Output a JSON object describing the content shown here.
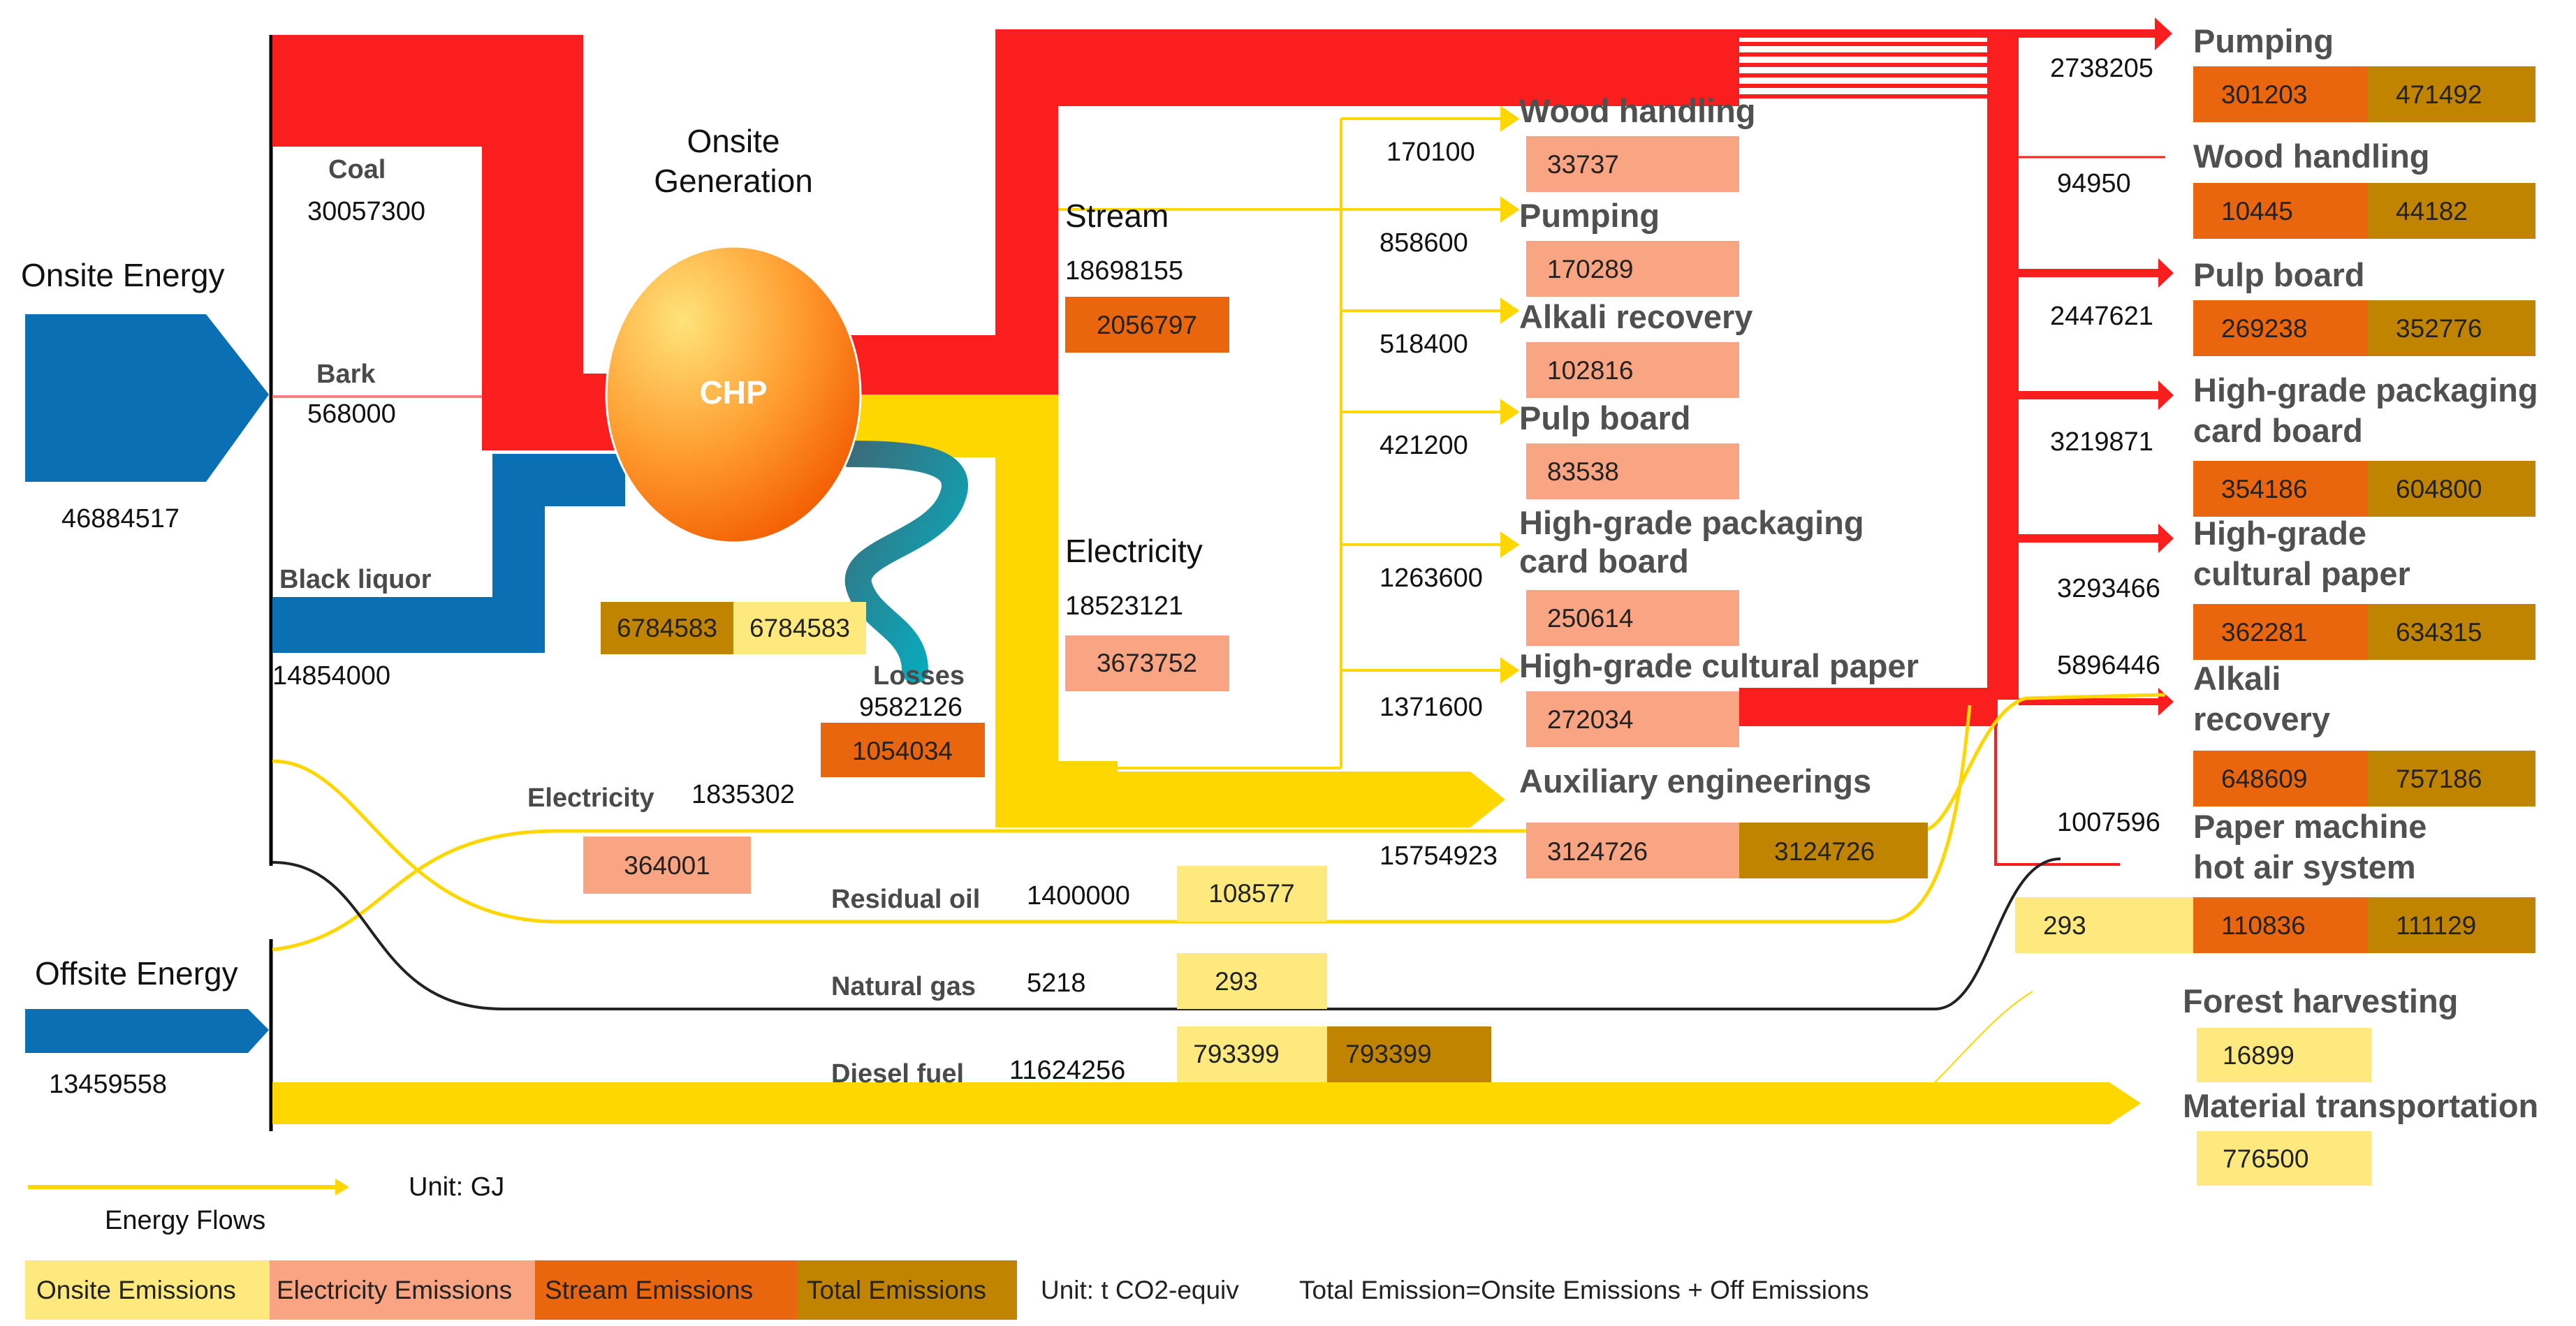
{
  "colors": {
    "onsite_emissions": "#fde97e",
    "electricity_emissions": "#f9a482",
    "stream_emissions": "#e9660f",
    "total_emissions": "#c08400",
    "steam_flow": "#fa1e1e",
    "electricity_flow": "#fed600",
    "energy_input": "#0a70b3",
    "natural_gas_line": "#222222"
  },
  "inputs": {
    "onsite_energy": {
      "label": "Onsite Energy",
      "value": "46884517"
    },
    "offsite_energy": {
      "label": "Offsite Energy",
      "value": "13459558"
    },
    "coal": {
      "label": "Coal",
      "value": "30057300"
    },
    "bark": {
      "label": "Bark",
      "value": "568000"
    },
    "black_liquor": {
      "label": "Black liquor",
      "value": "14854000"
    }
  },
  "chp": {
    "title_line1": "Onsite",
    "title_line2": "Generation",
    "label": "CHP",
    "onsite_emission": "6784583",
    "total_emission": "6784583",
    "losses_label": "Losses",
    "losses_value": "9582126",
    "losses_emission": "1054034"
  },
  "stream": {
    "label": "Stream",
    "value": "18698155",
    "emission": "2056797"
  },
  "electricity": {
    "label": "Electricity",
    "value": "18523121",
    "emission": "3673752"
  },
  "offsite_electricity": {
    "label": "Electricity",
    "value": "1835302",
    "emission": "364001"
  },
  "fuels": [
    {
      "label": "Residual oil",
      "value": "1400000",
      "onsite": "108577"
    },
    {
      "label": "Natural gas",
      "value": "5218",
      "onsite": "293"
    },
    {
      "label": "Diesel fuel",
      "value": "11624256",
      "onsite": "793399",
      "total": "793399"
    }
  ],
  "electricity_uses": [
    {
      "label": "Wood handling",
      "value": "170100",
      "emission": "33737"
    },
    {
      "label": "Pumping",
      "value": "858600",
      "emission": "170289"
    },
    {
      "label": "Alkali recovery",
      "value": "518400",
      "emission": "102816"
    },
    {
      "label": "Pulp board",
      "value": "421200",
      "emission": "83538"
    },
    {
      "label": "High-grade packaging",
      "label2": "card board",
      "value": "1263600",
      "emission": "250614"
    },
    {
      "label": "High-grade cultural paper",
      "value": "1371600",
      "emission": "272034"
    }
  ],
  "auxiliary": {
    "label": "Auxiliary engineerings",
    "value": "15754923",
    "stream": "3124726",
    "total": "3124726"
  },
  "steam_uses": [
    {
      "label": "Pumping",
      "value": "2738205",
      "stream": "301203",
      "total": "471492"
    },
    {
      "label": "Wood handling",
      "value": "94950",
      "stream": "10445",
      "total": "44182"
    },
    {
      "label": "Pulp board",
      "value": "2447621",
      "stream": "269238",
      "total": "352776"
    },
    {
      "label": "High-grade packaging",
      "label2": "card board",
      "value": "3219871",
      "stream": "354186",
      "total": "604800"
    },
    {
      "label": "High-grade",
      "label2": "cultural paper",
      "value": "3293466",
      "stream": "362281",
      "total": "634315"
    },
    {
      "label": "Alkali",
      "label2": "recovery",
      "value": "5896446",
      "stream": "648609",
      "total": "757186"
    },
    {
      "label": "Paper machine",
      "label2": "hot air system",
      "value": "1007596",
      "onsite": "293",
      "stream": "110836",
      "total": "111129"
    }
  ],
  "harvest": [
    {
      "label": "Forest harvesting",
      "emission": "16899"
    },
    {
      "label": "Material transportation",
      "emission": "776500"
    }
  ],
  "legend": {
    "flow_label": "Energy Flows",
    "flow_unit": "Unit: GJ",
    "onsite": "Onsite Emissions",
    "electricity": "Electricity Emissions",
    "stream": "Stream Emissions",
    "total": "Total Emissions",
    "emission_unit": "Unit: t CO2-equiv",
    "formula": "Total Emission=Onsite Emissions + Off Emissions"
  }
}
